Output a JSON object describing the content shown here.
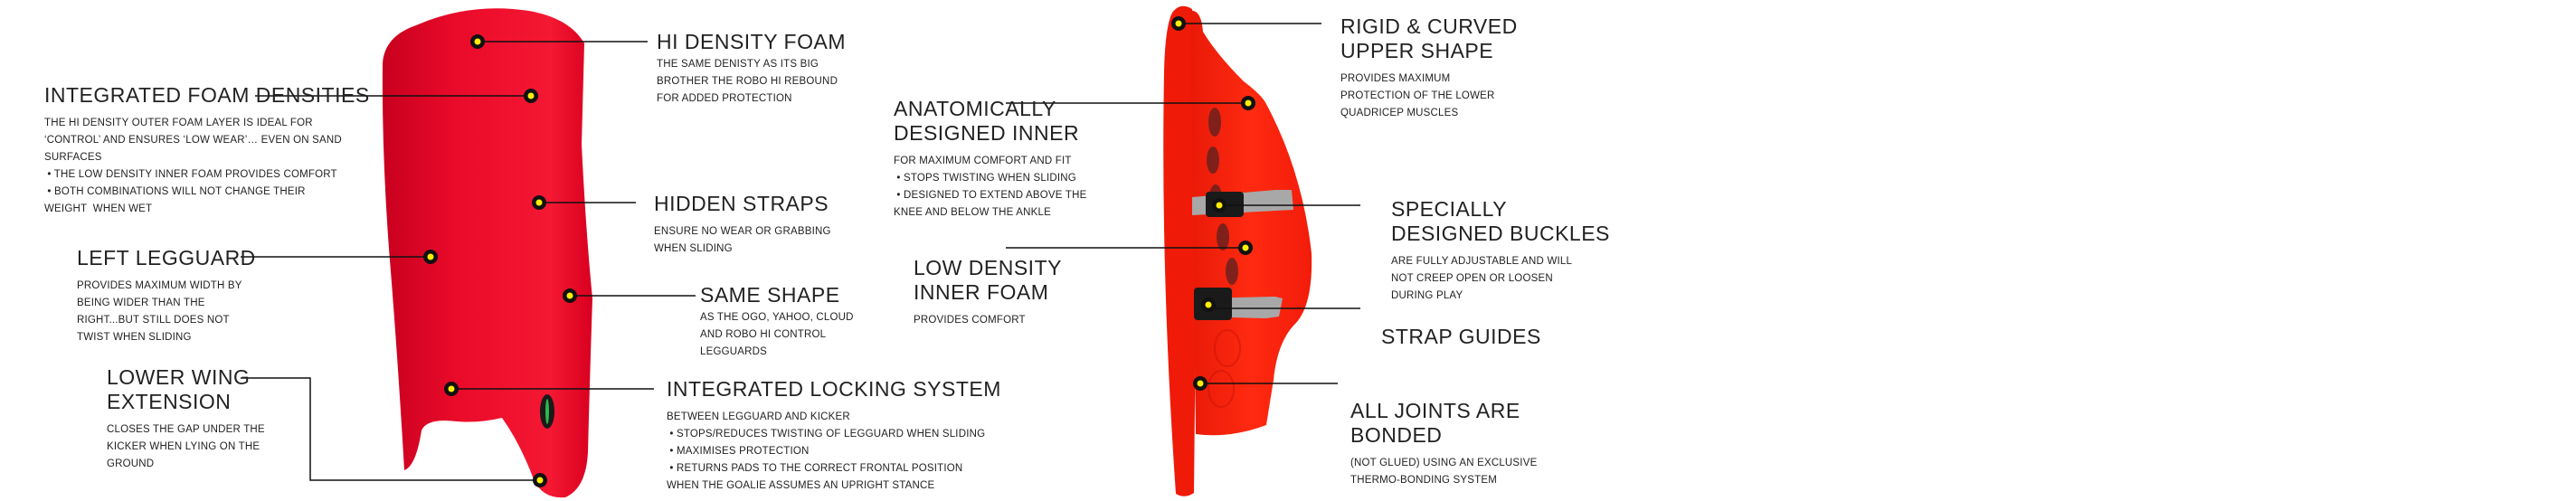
{
  "colors": {
    "guard_front": "#e8102a",
    "guard_side": "#ff2a10",
    "dot_fill": "#ffee00",
    "dot_ring": "#111111",
    "leader_line": "#111111",
    "strap": "#a8a8a8",
    "buckle": "#1a1a1a"
  },
  "icons": {
    "marker": "yellow-dot-marker"
  },
  "callouts": {
    "foam": {
      "title": [
        "INTEGRATED FOAM DENSITIES"
      ],
      "body": [
        "THE HI DENSITY OUTER FOAM LAYER IS IDEAL FOR",
        "‘CONTROL’ AND ENSURES ‘LOW WEAR’… EVEN ON SAND",
        "SURFACES",
        " • THE LOW DENSITY INNER FOAM PROVIDES COMFORT",
        " • BOTH COMBINATIONS WILL NOT CHANGE THEIR",
        "WEIGHT  WHEN WET"
      ]
    },
    "left": {
      "title": [
        "LEFT LEGGUARD"
      ],
      "body": [
        "PROVIDES MAXIMUM WIDTH BY",
        "BEING WIDER THAN THE",
        "RIGHT...BUT STILL DOES NOT",
        "TWIST WHEN SLIDING"
      ]
    },
    "wing": {
      "title": [
        "LOWER WING",
        "EXTENSION"
      ],
      "body": [
        "CLOSES THE GAP UNDER THE",
        "KICKER WHEN LYING ON THE",
        "GROUND"
      ]
    },
    "hi": {
      "title": [
        "HI DENSITY FOAM"
      ],
      "body": [
        "THE SAME DENISTY AS ITS BIG",
        "BROTHER THE ROBO HI REBOUND",
        "FOR ADDED PROTECTION"
      ]
    },
    "hidden": {
      "title": [
        "HIDDEN STRAPS"
      ],
      "body": [
        "ENSURE NO WEAR OR GRABBING",
        "WHEN SLIDING"
      ]
    },
    "same": {
      "title": [
        "SAME SHAPE"
      ],
      "body": [
        "AS THE OGO, YAHOO, CLOUD",
        "AND ROBO HI CONTROL",
        "LEGGUARDS"
      ]
    },
    "lock": {
      "title": [
        "INTEGRATED LOCKING SYSTEM"
      ],
      "body": [
        "BETWEEN LEGGUARD AND KICKER",
        " • STOPS/REDUCES TWISTING OF LEGGUARD WHEN SLIDING",
        " • MAXIMISES PROTECTION",
        " • RETURNS PADS TO THE CORRECT FRONTAL POSITION",
        "WHEN THE GOALIE ASSUMES AN UPRIGHT STANCE"
      ]
    },
    "anat": {
      "title": [
        "ANATOMICALLY",
        "DESIGNED INNER"
      ],
      "body": [
        "FOR MAXIMUM COMFORT AND FIT",
        " • STOPS TWISTING WHEN SLIDING",
        " • DESIGNED TO EXTEND ABOVE THE",
        "KNEE AND BELOW THE ANKLE"
      ]
    },
    "low": {
      "title": [
        "LOW DENSITY",
        "INNER FOAM"
      ],
      "body": [
        "PROVIDES COMFORT"
      ]
    },
    "rigid": {
      "title": [
        "RIGID & CURVED",
        "UPPER SHAPE"
      ],
      "body": [
        "PROVIDES MAXIMUM",
        "PROTECTION OF THE LOWER",
        "QUADRICEP MUSCLES"
      ]
    },
    "buckle": {
      "title": [
        "SPECIALLY",
        "DESIGNED BUCKLES"
      ],
      "body": [
        "ARE FULLY ADJUSTABLE AND WILL",
        "NOT CREEP OPEN OR LOOSEN",
        "DURING PLAY"
      ]
    },
    "strap": {
      "title": [
        "STRAP GUIDES"
      ],
      "body": []
    },
    "joints": {
      "title": [
        "ALL JOINTS ARE",
        "BONDED"
      ],
      "body": [
        "(NOT GLUED) USING AN EXCLUSIVE",
        "THERMO-BONDING SYSTEM"
      ]
    }
  }
}
